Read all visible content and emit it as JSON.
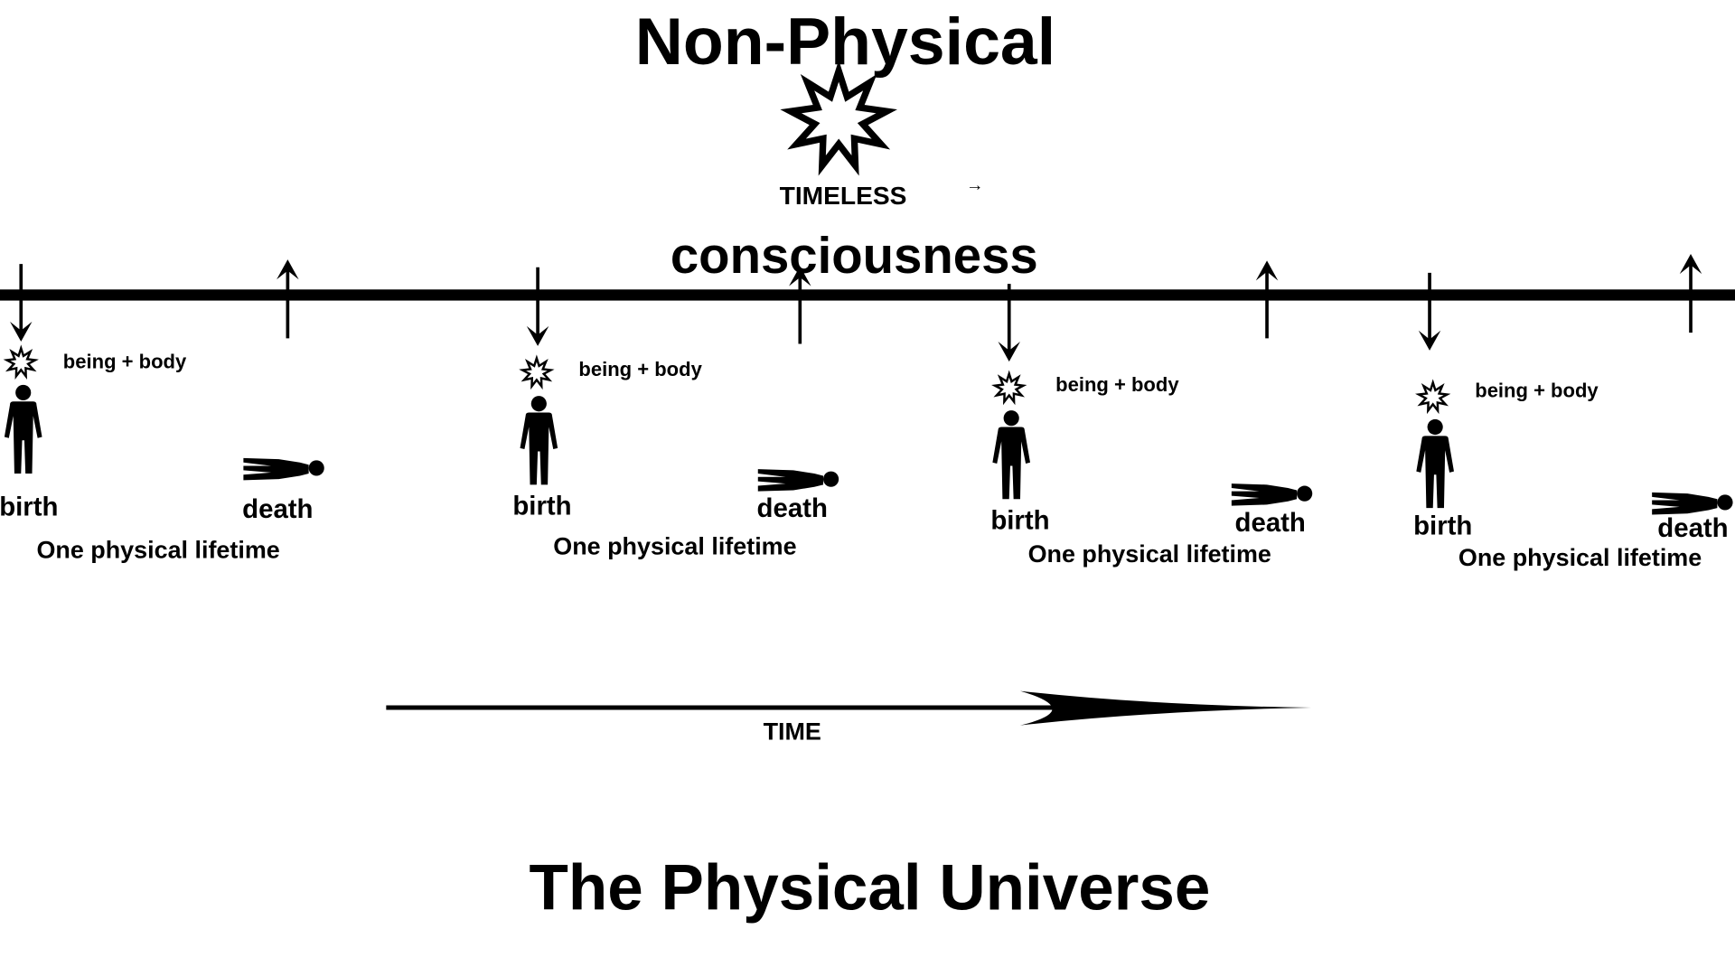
{
  "title_top": "Non-Physical",
  "timeless_label": "TIMELESS",
  "small_arrow": "→",
  "consciousness_label": "consciousness",
  "time_label": "TIME",
  "title_bottom": "The Physical Universe",
  "lifetimes": [
    {
      "being_label": "being + body",
      "birth_label": "birth",
      "death_label": "death",
      "lifetime_label": "One physical lifetime"
    },
    {
      "being_label": "being + body",
      "birth_label": "birth",
      "death_label": "death",
      "lifetime_label": "One physical lifetime"
    },
    {
      "being_label": "being + body",
      "birth_label": "birth",
      "death_label": "death",
      "lifetime_label": "One physical lifetime"
    },
    {
      "being_label": "being + body",
      "birth_label": "birth",
      "death_label": "death",
      "lifetime_label": "One physical lifetime"
    }
  ],
  "colors": {
    "ink": "#000000",
    "background": "#ffffff"
  }
}
